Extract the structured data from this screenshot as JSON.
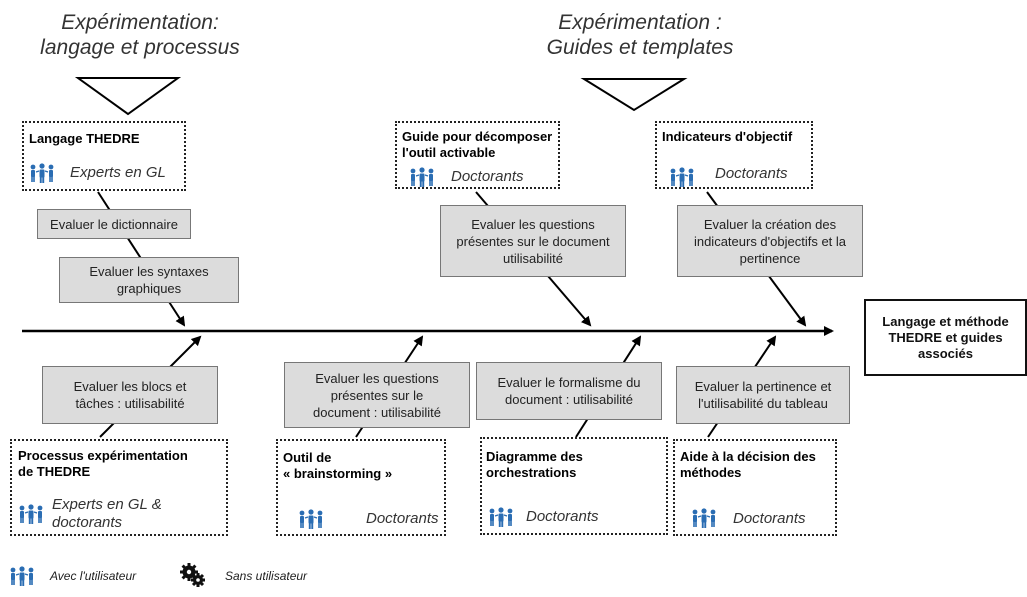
{
  "headings": {
    "left": [
      "Expérimentation:",
      "langage et processus"
    ],
    "right": [
      "Expérimentation :",
      "Guides et templates"
    ]
  },
  "boxes": {
    "langage": {
      "title": "Langage THEDRE",
      "who": "Experts en GL"
    },
    "guide": {
      "title": [
        "Guide pour décomposer",
        "l'outil activable"
      ],
      "who": "Doctorants"
    },
    "indicateurs": {
      "title": "Indicateurs d'objectif",
      "who": "Doctorants"
    },
    "processus": {
      "title": [
        "Processus expérimentation",
        "de THEDRE"
      ],
      "who": [
        "Experts en GL &",
        "doctorants"
      ]
    },
    "outil": {
      "title": [
        "Outil de",
        "« brainstorming »"
      ],
      "who": "Doctorants"
    },
    "diagramme": {
      "title": [
        "Diagramme des",
        "orchestrations"
      ],
      "who": "Doctorants"
    },
    "aide": {
      "title": [
        "Aide à la décision des",
        "méthodes"
      ],
      "who": "Doctorants"
    }
  },
  "actions": {
    "dictionnaire": "Evaluer le dictionnaire",
    "syntaxes": [
      "Evaluer les syntaxes",
      "graphiques"
    ],
    "questions_top": [
      "Evaluer les questions",
      "présentes sur le document",
      "utilisabilité"
    ],
    "indicateurs": [
      "Evaluer la création des",
      "indicateurs d'objectifs et la",
      "pertinence"
    ],
    "blocs": [
      "Evaluer  les blocs et",
      "tâches : utilisabilité"
    ],
    "questions_bottom": [
      "Evaluer les questions",
      "présentes sur le",
      "document : utilisabilité"
    ],
    "formalisme": [
      "Evaluer le formalisme du",
      "document : utilisabilité"
    ],
    "tableau": [
      "Evaluer la pertinence et",
      "l'utilisabilité du tableau"
    ]
  },
  "result": [
    "Langage et méthode",
    "THEDRE et guides",
    "associés"
  ],
  "legend": {
    "with_user": "Avec  l'utilisateur",
    "without_user": "Sans utilisateur"
  },
  "icons": {
    "users": "users-icon",
    "gears": "gears-icon"
  },
  "colors": {
    "icon_blue": "#2a6db3",
    "pill_bg": "#dcdcdc"
  }
}
